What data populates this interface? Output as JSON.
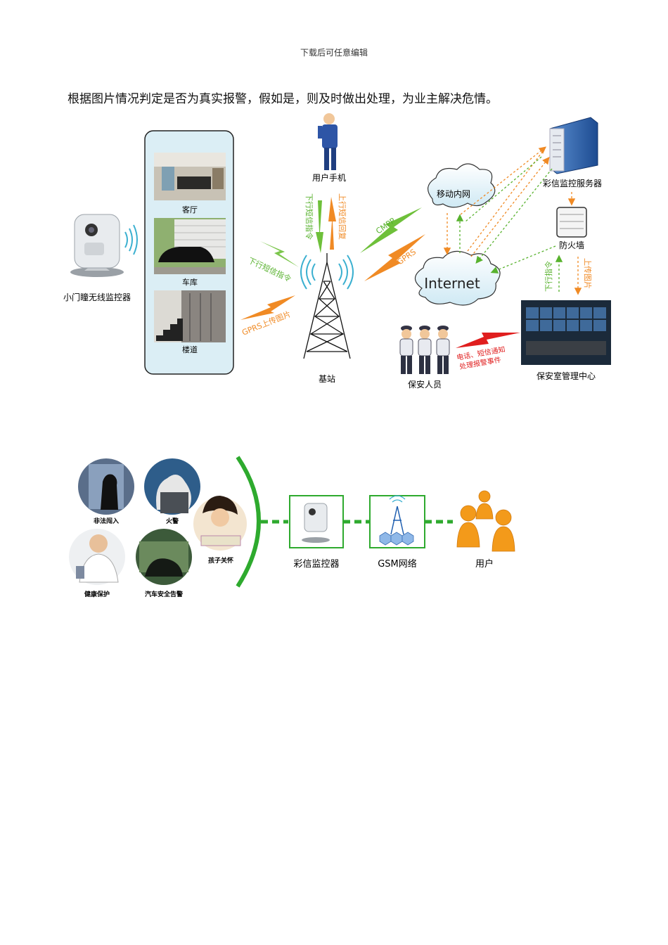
{
  "header_note": "下载后可任意编辑",
  "lead_text": "根据图片情况判定是否为真实报警，假如是，则及时做出处理，为业主解决危情。",
  "diagram1": {
    "camera_label": "小门瞳无线监控器",
    "rooms": [
      "客厅",
      "车库",
      "楼道"
    ],
    "phone_user_label": "用户手机",
    "tower_label": "基站",
    "mobile_net_label": "移动内网",
    "internet_label": "Internet",
    "server_label": "彩信监控服务器",
    "firewall_label": "防火墙",
    "control_center_label": "保安室管理中心",
    "guards_label": "保安人员",
    "arrows": {
      "down_sms": "下行短信指令",
      "gprs_up": "GPRS上传图片",
      "phone_down": "下行短信指令",
      "phone_up": "上行短信回复",
      "cmpp": "CMPP",
      "gprs": "GPRS",
      "down_cmd": "下行指令",
      "up_pic": "上传图片",
      "notify_line1": "电话、短信通知",
      "notify_line2": "处理报警事件"
    }
  },
  "diagram2": {
    "scenarios": [
      "非法闯入",
      "火警",
      "健康保护",
      "汽车安全告警",
      "孩子关怀"
    ],
    "nodes": [
      "彩信监控器",
      "GSM网络",
      "用户"
    ]
  }
}
